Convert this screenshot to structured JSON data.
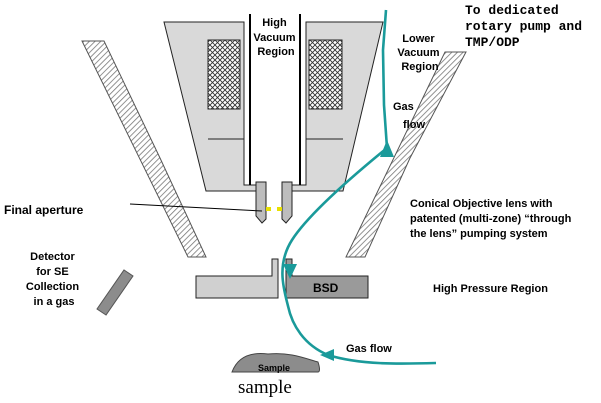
{
  "labels": {
    "high_vacuum": [
      "High",
      "Vacuum",
      "Region"
    ],
    "lower_vacuum": [
      "Lower",
      "Vacuum",
      "Region"
    ],
    "pump": [
      "To dedicated",
      "rotary pump and",
      "TMP/ODP"
    ],
    "gas_flow_upper": [
      "Gas",
      "flow"
    ],
    "final_aperture": "Final aperture",
    "conical_lens": [
      "Conical Objective lens with",
      "patented (multi-zone) “through",
      "the lens” pumping system"
    ],
    "detector": [
      "Detector",
      "for SE",
      "Collection",
      "in a gas"
    ],
    "bsd": "BSD",
    "high_pressure": "High Pressure Region",
    "gas_flow_lower": "Gas flow",
    "sample_label": "Sample",
    "caption": "sample"
  },
  "colors": {
    "flow": "#1a9a9a",
    "body": "#d9d9d9",
    "aperture_mark": "#e8e000"
  }
}
